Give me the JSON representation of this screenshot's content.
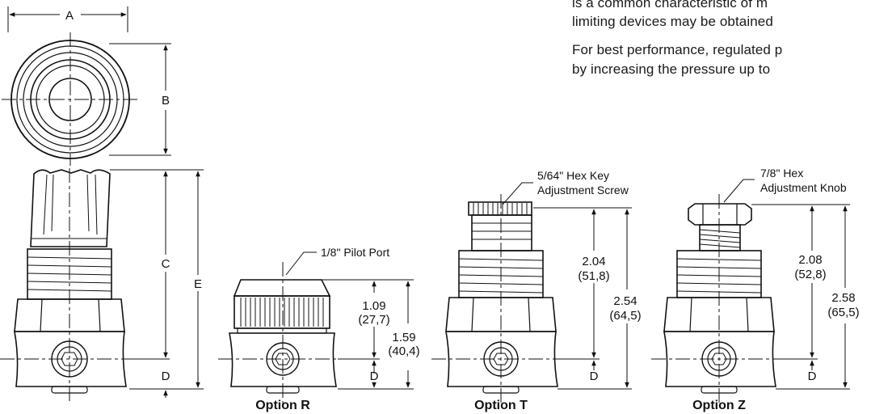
{
  "prose": {
    "line1": "is a common characteristic of m",
    "line2": "limiting devices may be obtained",
    "line3": "For best performance, regulated p",
    "line4": "by increasing the pressure up to"
  },
  "main_view": {
    "dim_a": "A",
    "dim_b": "B",
    "dim_c": "C",
    "dim_d": "D",
    "dim_e": "E"
  },
  "option_r": {
    "caption": "Option R",
    "callout": "1/8\" Pilot Port",
    "dim1_in": "1.09",
    "dim1_mm": "(27,7)",
    "dim2_in": "1.59",
    "dim2_mm": "(40,4)",
    "dim_d": "D"
  },
  "option_t": {
    "caption": "Option T",
    "callout_line1": "5/64\" Hex Key",
    "callout_line2": "Adjustment Screw",
    "dim1_in": "2.04",
    "dim1_mm": "(51,8)",
    "dim2_in": "2.54",
    "dim2_mm": "(64,5)",
    "dim_d": "D"
  },
  "option_z": {
    "caption": "Option Z",
    "callout_line1": "7/8\" Hex",
    "callout_line2": "Adjustment Knob",
    "dim1_in": "2.08",
    "dim1_mm": "(52,8)",
    "dim2_in": "2.58",
    "dim2_mm": "(65,5)",
    "dim_d": "D"
  }
}
